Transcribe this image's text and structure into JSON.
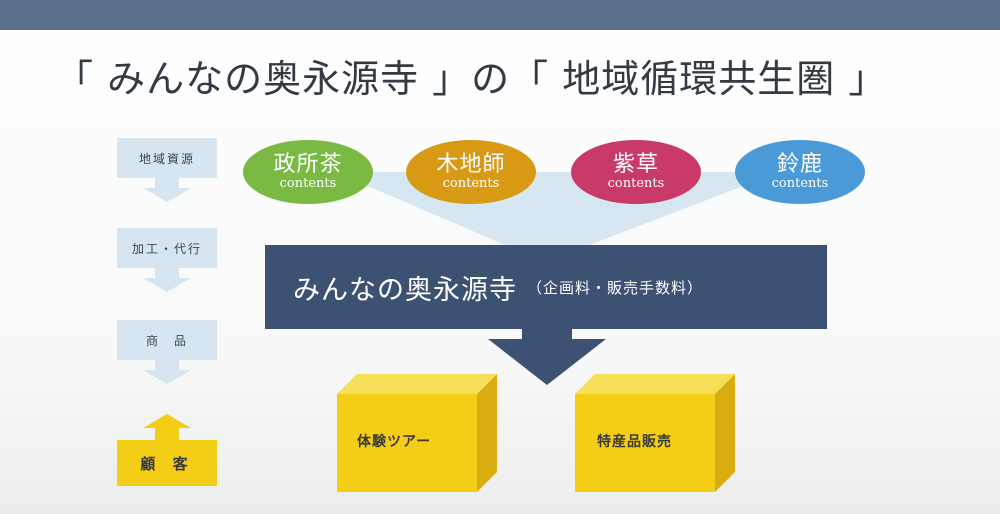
{
  "title": "「 みんなの奥永源寺 」の「 地域循環共生圏 」",
  "flow": {
    "steps": [
      "地域資源",
      "加工・代行",
      "商　品"
    ],
    "customer": "顧 客"
  },
  "contents": [
    {
      "name": "政所茶",
      "sub": "contents",
      "color": "#7ab942"
    },
    {
      "name": "木地師",
      "sub": "contents",
      "color": "#d89a14"
    },
    {
      "name": "紫草",
      "sub": "contents",
      "color": "#c93a68"
    },
    {
      "name": "鈴鹿",
      "sub": "contents",
      "color": "#4a9ad8"
    }
  ],
  "center": {
    "main": "みんなの奥永源寺",
    "sub": "（企画料・販売手数料）"
  },
  "products": [
    "体験ツアー",
    "特産品販売"
  ],
  "colors": {
    "top_bar": "#5a6f8c",
    "flow_box": "#d6e5ef",
    "center_box": "#3d5272",
    "cube_front": "#f4cd16",
    "customer": "#f4cd16"
  }
}
